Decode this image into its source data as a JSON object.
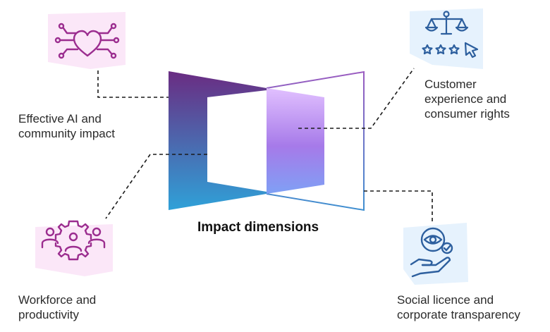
{
  "center": {
    "title": "Impact dimensions"
  },
  "dimensions": [
    {
      "id": "ai-community",
      "lines": [
        "Effective AI and",
        "community impact"
      ],
      "icon": "heart-circuit-icon",
      "color": "#9b2d8f"
    },
    {
      "id": "customer",
      "lines": [
        "Customer",
        "experience and",
        "consumer rights"
      ],
      "icon": "scales-rating-icon",
      "color": "#2d5f9e"
    },
    {
      "id": "workforce",
      "lines": [
        "Workforce and",
        "productivity"
      ],
      "icon": "team-gear-icon",
      "color": "#9b2d8f"
    },
    {
      "id": "social",
      "lines": [
        "Social licence and",
        "corporate transparency"
      ],
      "icon": "eye-hand-check-icon",
      "color": "#2d5f9e"
    }
  ],
  "colors": {
    "purple": "#6a2c82",
    "blue": "#2f9fd6",
    "lavender": "#d9b8ff",
    "mid_purple": "#a47ae8",
    "periwinkle": "#7f9cf3",
    "icon_bg_pink": "#fbe7f8",
    "icon_bg_blue": "#e6f2fd"
  }
}
